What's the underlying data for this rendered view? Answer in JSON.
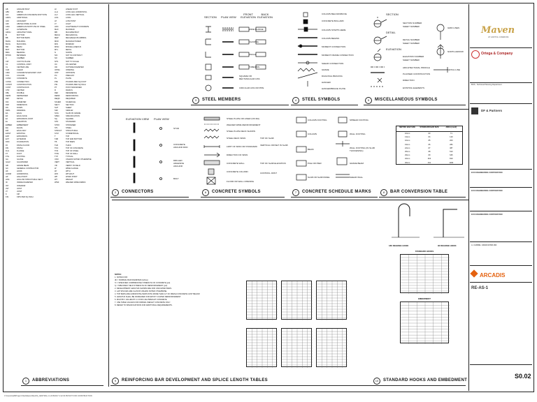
{
  "abbreviations": [
    [
      "AB",
      "ANCHOR BOLT",
      "LF",
      "LINEAR FOOT"
    ],
    [
      "ABV",
      "ABOVE",
      "LLH",
      "LONG LEG HORIZONTAL"
    ],
    [
      "ACI",
      "AMERICAN CONCRETE INSTITUTE",
      "LLV",
      "LONG LEG VERTICAL"
    ],
    [
      "ADD'L",
      "ADDITIONAL",
      "LNG",
      "LONG"
    ],
    [
      "ADJ",
      "ADJACENT",
      "LP",
      "LOW POINT"
    ],
    [
      "AFF",
      "ABOVE FINISH FLOOR",
      "LT",
      "LIGHT"
    ],
    [
      "AISC",
      "AMERICAN INSTITUTE OF STEEL",
      "LWC",
      "LIGHTWEIGHT CONCRETE"
    ],
    [
      "ALT",
      "ALTERNATE",
      "MAX",
      "MAXIMUM"
    ],
    [
      "ARCH",
      "ARCHITECTURAL",
      "MB",
      "MACHINE BOLT"
    ],
    [
      "B",
      "BOTTOM",
      "MECH",
      "MECHANICAL"
    ],
    [
      "BB",
      "BOTTOM BARS",
      "MEP",
      "MECH/ELEC/PLUMBING"
    ],
    [
      "BLDG",
      "BUILDING",
      "MFR",
      "MANUFACTURER"
    ],
    [
      "BLKG",
      "BLOCKING",
      "MIN",
      "MINIMUM"
    ],
    [
      "BM",
      "BEAM",
      "MISC",
      "MISCELLANEOUS"
    ],
    [
      "BOT",
      "BOTTOM",
      "MTL",
      "METAL"
    ],
    [
      "BRG",
      "BEARING",
      "N",
      "NORTH"
    ],
    [
      "BTWN",
      "BETWEEN",
      "NIC",
      "NOT IN CONTRACT"
    ],
    [
      "C",
      "CAMBER",
      "NO",
      "NUMBER"
    ],
    [
      "CIP",
      "CAST IN PLACE",
      "NTS",
      "NOT TO SCALE"
    ],
    [
      "CJ",
      "CONTROL JOINT",
      "OC",
      "ON CENTER"
    ],
    [
      "CL",
      "CENTER LINE",
      "OD",
      "OUTSIDE DIAMETER"
    ],
    [
      "CLR",
      "CLEAR",
      "OPNG",
      "OPENING"
    ],
    [
      "CMU",
      "CONCRETE MASONRY UNIT",
      "OPP",
      "OPPOSITE"
    ],
    [
      "COL",
      "COLUMN",
      "PC",
      "PRECAST"
    ],
    [
      "CONC",
      "CONCRETE",
      "PL",
      "PLATE"
    ],
    [
      "CONN",
      "CONNECTION",
      "PSF",
      "POUNDS PER SQ FOOT"
    ],
    [
      "CONST",
      "CONSTRUCTION",
      "PSI",
      "POUNDS PER SQ INCH"
    ],
    [
      "CONT",
      "CONTINUOUS",
      "PT",
      "POST-TENSIONED"
    ],
    [
      "CTR",
      "CENTER",
      "R",
      "RADIUS"
    ],
    [
      "DBL",
      "DOUBLE",
      "REF",
      "REFERENCE"
    ],
    [
      "DEPR",
      "DEPRESSED",
      "REINF",
      "REINFORCING"
    ],
    [
      "DET",
      "DETAIL",
      "REQD",
      "REQUIRED"
    ],
    [
      "DIA",
      "DIAMETER",
      "SCHED",
      "SCHEDULE"
    ],
    [
      "DIM",
      "DIMENSION",
      "SECT",
      "SECTION"
    ],
    [
      "DN",
      "DOWN",
      "SHT",
      "SHEET"
    ],
    [
      "DWG",
      "DRAWING",
      "SIM",
      "SIMILAR"
    ],
    [
      "EA",
      "EACH",
      "SOG",
      "SLAB ON GRADE"
    ],
    [
      "EF",
      "EACH FACE",
      "SPEC",
      "SPECIFICATION"
    ],
    [
      "EJ",
      "EXPANSION JOINT",
      "SQ",
      "SQUARE"
    ],
    [
      "EL",
      "ELEVATION",
      "STD",
      "STANDARD"
    ],
    [
      "EMBED",
      "EMBEDMENT",
      "STIFF",
      "STIFFENER"
    ],
    [
      "EQ",
      "EQUAL",
      "STL",
      "STEEL"
    ],
    [
      "EW",
      "EACH WAY",
      "STRUCT",
      "STRUCTURAL"
    ],
    [
      "EXIST",
      "EXISTING",
      "SYM",
      "SYMMETRICAL"
    ],
    [
      "EXP",
      "EXPANSION",
      "T",
      "TOP"
    ],
    [
      "EXT",
      "EXTERIOR",
      "T&B",
      "TOP AND BOTTOM"
    ],
    [
      "FDN",
      "FOUNDATION",
      "TB",
      "TOP BARS"
    ],
    [
      "FF",
      "FINISH FLOOR",
      "THK",
      "THICK"
    ],
    [
      "FIN",
      "FINISH",
      "TOC",
      "TOP OF CONCRETE"
    ],
    [
      "FLG",
      "FLANGE",
      "TOS",
      "TOP OF STEEL"
    ],
    [
      "FT",
      "FOOT",
      "TOW",
      "TOP OF WALL"
    ],
    [
      "FTG",
      "FOOTING",
      "TYP",
      "TYPICAL"
    ],
    [
      "GA",
      "GAUGE",
      "UNO",
      "UNLESS NOTED OTHERWISE"
    ],
    [
      "GALV",
      "GALVANIZED",
      "VERT",
      "VERTICAL"
    ],
    [
      "GB",
      "GRADE BEAM",
      "VIF",
      "VERIFY IN FIELD"
    ],
    [
      "GC",
      "GENERAL CONTRACTOR",
      "W",
      "WIDE FLANGE"
    ],
    [
      "HK",
      "HOOK",
      "W/",
      "WITH"
    ],
    [
      "HORIZ",
      "HORIZONTAL",
      "W/O",
      "WITHOUT"
    ],
    [
      "HP",
      "HIGH POINT",
      "WP",
      "WORK POINT"
    ],
    [
      "HSS",
      "HOLLOW STRUCTURAL SECT",
      "WT",
      "WEIGHT"
    ],
    [
      "ID",
      "INSIDE DIAMETER",
      "WWF",
      "WELDED WIRE FABRIC"
    ],
    [
      "INT",
      "INTERIOR",
      "",
      ""
    ],
    [
      "JST",
      "JOIST",
      "",
      ""
    ],
    [
      "JT",
      "JOINT",
      "",
      ""
    ],
    [
      "K",
      "KIP",
      "",
      ""
    ],
    [
      "KSI",
      "KIPS PER SQ INCH",
      "",
      ""
    ]
  ],
  "sections": {
    "abbreviations": {
      "num": "1",
      "title": "ABBREVIATIONS"
    },
    "connectors": {
      "num": "2",
      "title": "CONNECTORS"
    },
    "steel_members": {
      "num": "3",
      "title": "STEEL MEMBERS"
    },
    "steel_symbols": {
      "num": "4",
      "title": "STEEL SYMBOLS"
    },
    "misc_symbols": {
      "num": "5",
      "title": "MISCELLANEOUS SYMBOLS"
    },
    "concrete_symbols": {
      "num": "6",
      "title": "CONCRETE SYMBOLS"
    },
    "concrete_schedule": {
      "num": "7",
      "title": "CONCRETE SCHEDULE MARKS"
    },
    "bar_conversion": {
      "num": "8",
      "title": "BAR CONVERSION TABLE"
    },
    "reinforcing": {
      "num": "9",
      "title": "REINFORCING BAR DEVELOPMENT AND SPLICE LENGTH TABLES"
    },
    "hooks": {
      "num": "10",
      "title": "STANDARD HOOKS AND EMBEDMENT"
    }
  },
  "steel_members_headers": {
    "section": "SECTION",
    "plan": "PLAN VIEW",
    "front": "FRONT ELEVATION",
    "back": "BACK ELEVATION"
  },
  "steel_members_rows": [
    "WIDE FLANGE",
    "CHANNEL",
    "ANGLE",
    "TUBE/HSS",
    "SQUARE OR RECTANGULAR HSS",
    "CIRCULAR HSS OR PIPE"
  ],
  "steel_symbols_rows": [
    "COLUMN BELOW/ABOVE",
    "CONCRETE BOLLARD",
    "COLUMN STARTS HERE",
    "COLUMN BEGINS",
    "MOMENT CONNECTION",
    "MOMENT FRAME CONNECTION",
    "SHEAR CONNECTION",
    "GRADE",
    "DIAGONAL BRACING",
    "HANGER",
    "HANGER/BRACE PLATE"
  ],
  "misc_headers": {
    "section": "SECTION",
    "detail": "DETAIL",
    "elevation": "ELEVATION"
  },
  "misc_rows": [
    "SECTION NUMBER",
    "SHEET NUMBER",
    "DETAIL NUMBER",
    "SHEET NUMBER",
    "ELEVATION NUMBER",
    "SHEET NUMBER",
    "ARCHITECTURAL PROFILE",
    "PLANNED CONSTRUCTION",
    "DIRECTION",
    "EXISTING ELEMENTS"
  ],
  "misc_right": [
    "GRID LINES",
    "NORTH ARROW",
    "MATCH LINE"
  ],
  "connectors_headers": {
    "elevation": "ELEVATION VIEW",
    "plan": "PLAN VIEW"
  },
  "connectors_rows": [
    "STUD",
    "CONCRETE ANCHOR ROD",
    "DRILLED ADHESIVE ANCHOR",
    "BOLT"
  ],
  "concrete_symbols_rows": [
    "STEEL PLATE OR LINER (ON MA)",
    "WELDED WIRE REINFORCEMENT",
    "STEEL PLATE DECK SHOWN",
    "STEEL DECK SPAN",
    "LIMIT OF SPAN OR STANDARD",
    "DIRECTION OF SPAN",
    "CONCRETE WALL",
    "CONCRETE COLUMN",
    "FLOOR OR WALL OPENING"
  ],
  "concrete_symbols_right": [
    "TOP OF SLAB",
    "VERTICAL OFFSET IN SLAB",
    "TOP OF SLAB ELEVATION",
    "CONTROL JOINT"
  ],
  "concrete_schedule_rows": [
    "COLUMN FOOTING",
    "COLUMN",
    "BEAM",
    "PILE OR PIER",
    "SLAB OR SLAB PANEL"
  ],
  "concrete_schedule_right": [
    "SPREAD FOOTING",
    "WALL FOOTING",
    "WALL FOOTING (IN SLAB THICKENING)",
    "GRADE BEAM",
    "SHEAR WALL"
  ],
  "bar_table": {
    "headers": [
      "METRIC BAR SIZE",
      "STANDARD BAR SIZE",
      "AREA (mm2)"
    ],
    "rows": [
      [
        "10mm",
        "#3",
        "71"
      ],
      [
        "13mm",
        "#4",
        "129"
      ],
      [
        "16mm",
        "#5",
        "200"
      ],
      [
        "19mm",
        "#6",
        "284"
      ],
      [
        "22mm",
        "#7",
        "387"
      ],
      [
        "25mm",
        "#8",
        "510"
      ],
      [
        "29mm",
        "#9",
        "645"
      ],
      [
        "32mm",
        "#10",
        "819"
      ],
      [
        "36mm",
        "#11",
        "1006"
      ]
    ]
  },
  "hooks_labels": {
    "h180": "180 DEGREE HOOK",
    "h90": "90 DEGREE HOOK",
    "hook_table_title": "STANDARD HOOKS",
    "embed_title": "EMBEDMENT"
  },
  "notes_title": "NOTES:",
  "notes": [
    "1. NOTES FOR:",
    "   db = NOMINAL BAR DIAMETER (inches)",
    "   f'c = SPECIFIED COMPRESSIVE STRENGTH OF CONCRETE (psi)",
    "   fy = SPECIFIED YIELD STRENGTH OF REINFORCEMENT (psi)",
    "2. DEVELOPMENT LENGTHS SHOWN ARE FOR UNCOATED BARS.",
    "3. LAP SPLICES ARE CLASS B UNLESS NOTED OTHERWISE.",
    "4. TOP BARS ARE HORIZONTAL BARS WITH MORE THAN 12\" OF FRESH CONCRETE CAST BELOW.",
    "5. LENGTHS SHALL BE INCREASED FOR EPOXY COATED REINFORCEMENT.",
    "6. MULTIPLY VALUES BY 1.3 FOR LIGHTWEIGHT CONCRETE.",
    "7. USE TABLE VALUES FOR NORMAL WEIGHT CONCRETE ONLY.",
    "8. REFER TO SPECIFICATIONS FOR ADDITIONAL REQUIREMENTS."
  ],
  "title_block": {
    "project": "Maven",
    "project_sub": "AT CAPITOL COMMONS",
    "firm1": "Ortega & Company",
    "dept": "BOS - Technical Planning Department",
    "firm2": "DF & Partners",
    "firm3": "ECO ENGINEERING CORPORATION",
    "firm4": "ECO ENGINEERING CORPORATION",
    "firm5": "ECO ENGINEERING CORPORATION",
    "firm6": "A. CARREL ASSOCIATES INC",
    "arcadis": "ARCADIS",
    "sheet_title": "RE-AS-1",
    "sheet_number": "S0.02"
  },
  "footer": "C:\\Users\\staff\\Project Files\\Maven\\Revit\\S_CENTRAL.rvt    2/15/2017 4:12:33 PM    NOT FOR CONSTRUCTION"
}
